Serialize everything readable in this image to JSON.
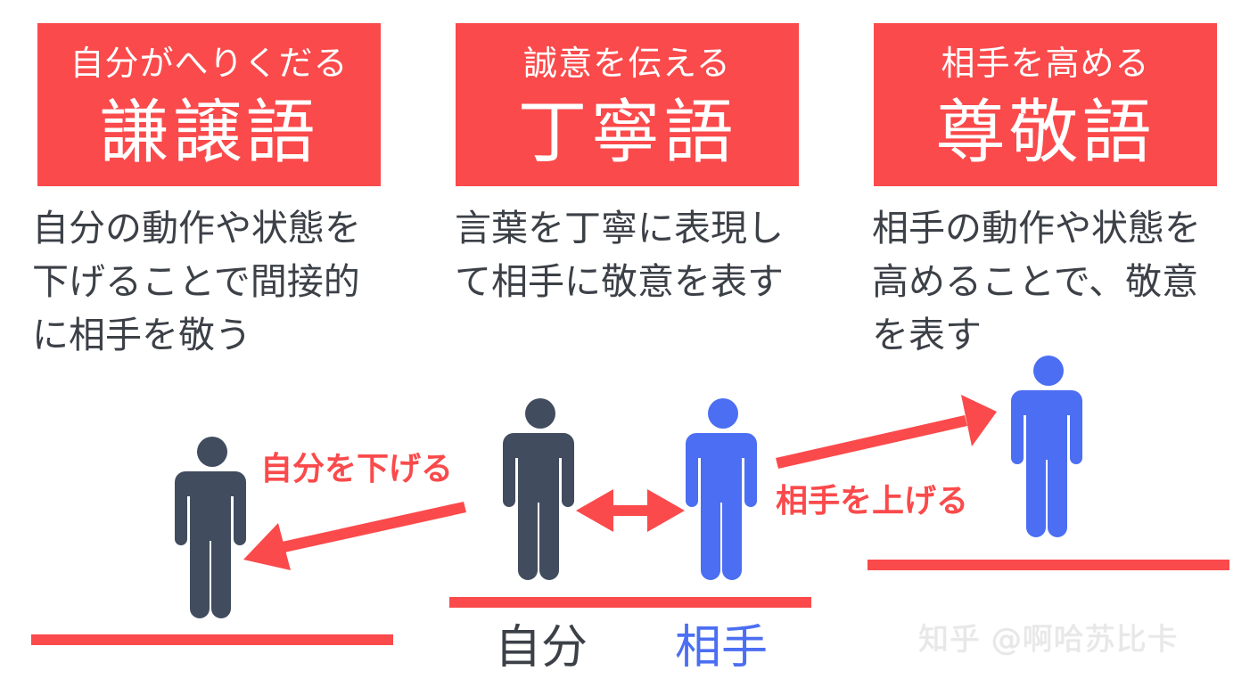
{
  "colors": {
    "accent_red": "#fa4a4b",
    "self_figure": "#414c5f",
    "partner_figure": "#4b6ef2",
    "text_dark": "#3c4047"
  },
  "columns": [
    {
      "subtitle": "自分がへりくだる",
      "title": "謙譲語",
      "description": [
        "自分の動作や状態を",
        "下げることで間接的",
        "に相手を敬う"
      ]
    },
    {
      "subtitle": "誠意を伝える",
      "title": "丁寧語",
      "description": [
        "言葉を丁寧に表現し",
        "て相手に敬意を表す"
      ]
    },
    {
      "subtitle": "相手を高める",
      "title": "尊敬語",
      "description": [
        "相手の動作や状態を",
        "高めることで、敬意",
        "を表す"
      ]
    }
  ],
  "diagram": {
    "lower_label": "自分を下げる",
    "raise_label": "相手を上げる",
    "self_label": "自分",
    "partner_label": "相手",
    "figures": [
      {
        "role": "self-lowered",
        "color": "#414c5f",
        "icon": "person-icon"
      },
      {
        "role": "self",
        "color": "#414c5f",
        "icon": "person-icon"
      },
      {
        "role": "partner",
        "color": "#4b6ef2",
        "icon": "person-icon"
      },
      {
        "role": "partner-raised",
        "color": "#4b6ef2",
        "icon": "person-icon"
      }
    ]
  },
  "watermark": "知乎 @啊哈苏比卡"
}
